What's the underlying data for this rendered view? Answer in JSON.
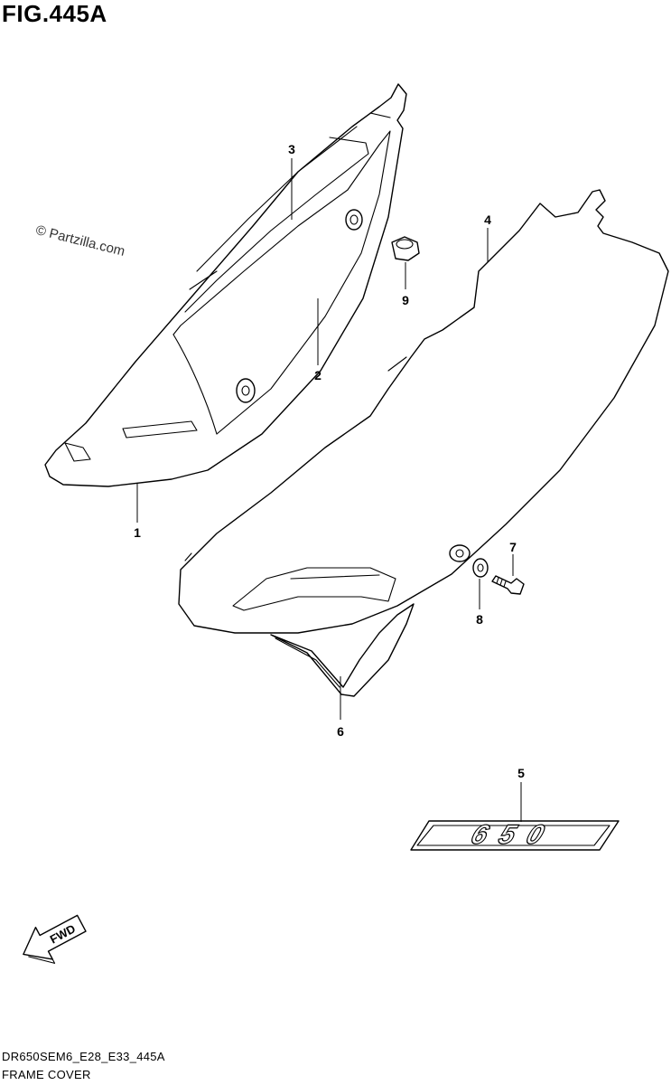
{
  "figure": {
    "title": "FIG.445A"
  },
  "watermark": "© Partzilla.com",
  "callouts": [
    {
      "id": "1",
      "label": "1"
    },
    {
      "id": "2",
      "label": "2"
    },
    {
      "id": "3",
      "label": "3"
    },
    {
      "id": "4",
      "label": "4"
    },
    {
      "id": "5",
      "label": "5"
    },
    {
      "id": "6",
      "label": "6"
    },
    {
      "id": "7",
      "label": "7"
    },
    {
      "id": "8",
      "label": "8"
    },
    {
      "id": "9",
      "label": "9"
    }
  ],
  "emblem": {
    "text": "650"
  },
  "direction": {
    "text": "FWD"
  },
  "footer": {
    "code": "DR650SEM6_E28_E33_445A",
    "name": "FRAME COVER"
  }
}
